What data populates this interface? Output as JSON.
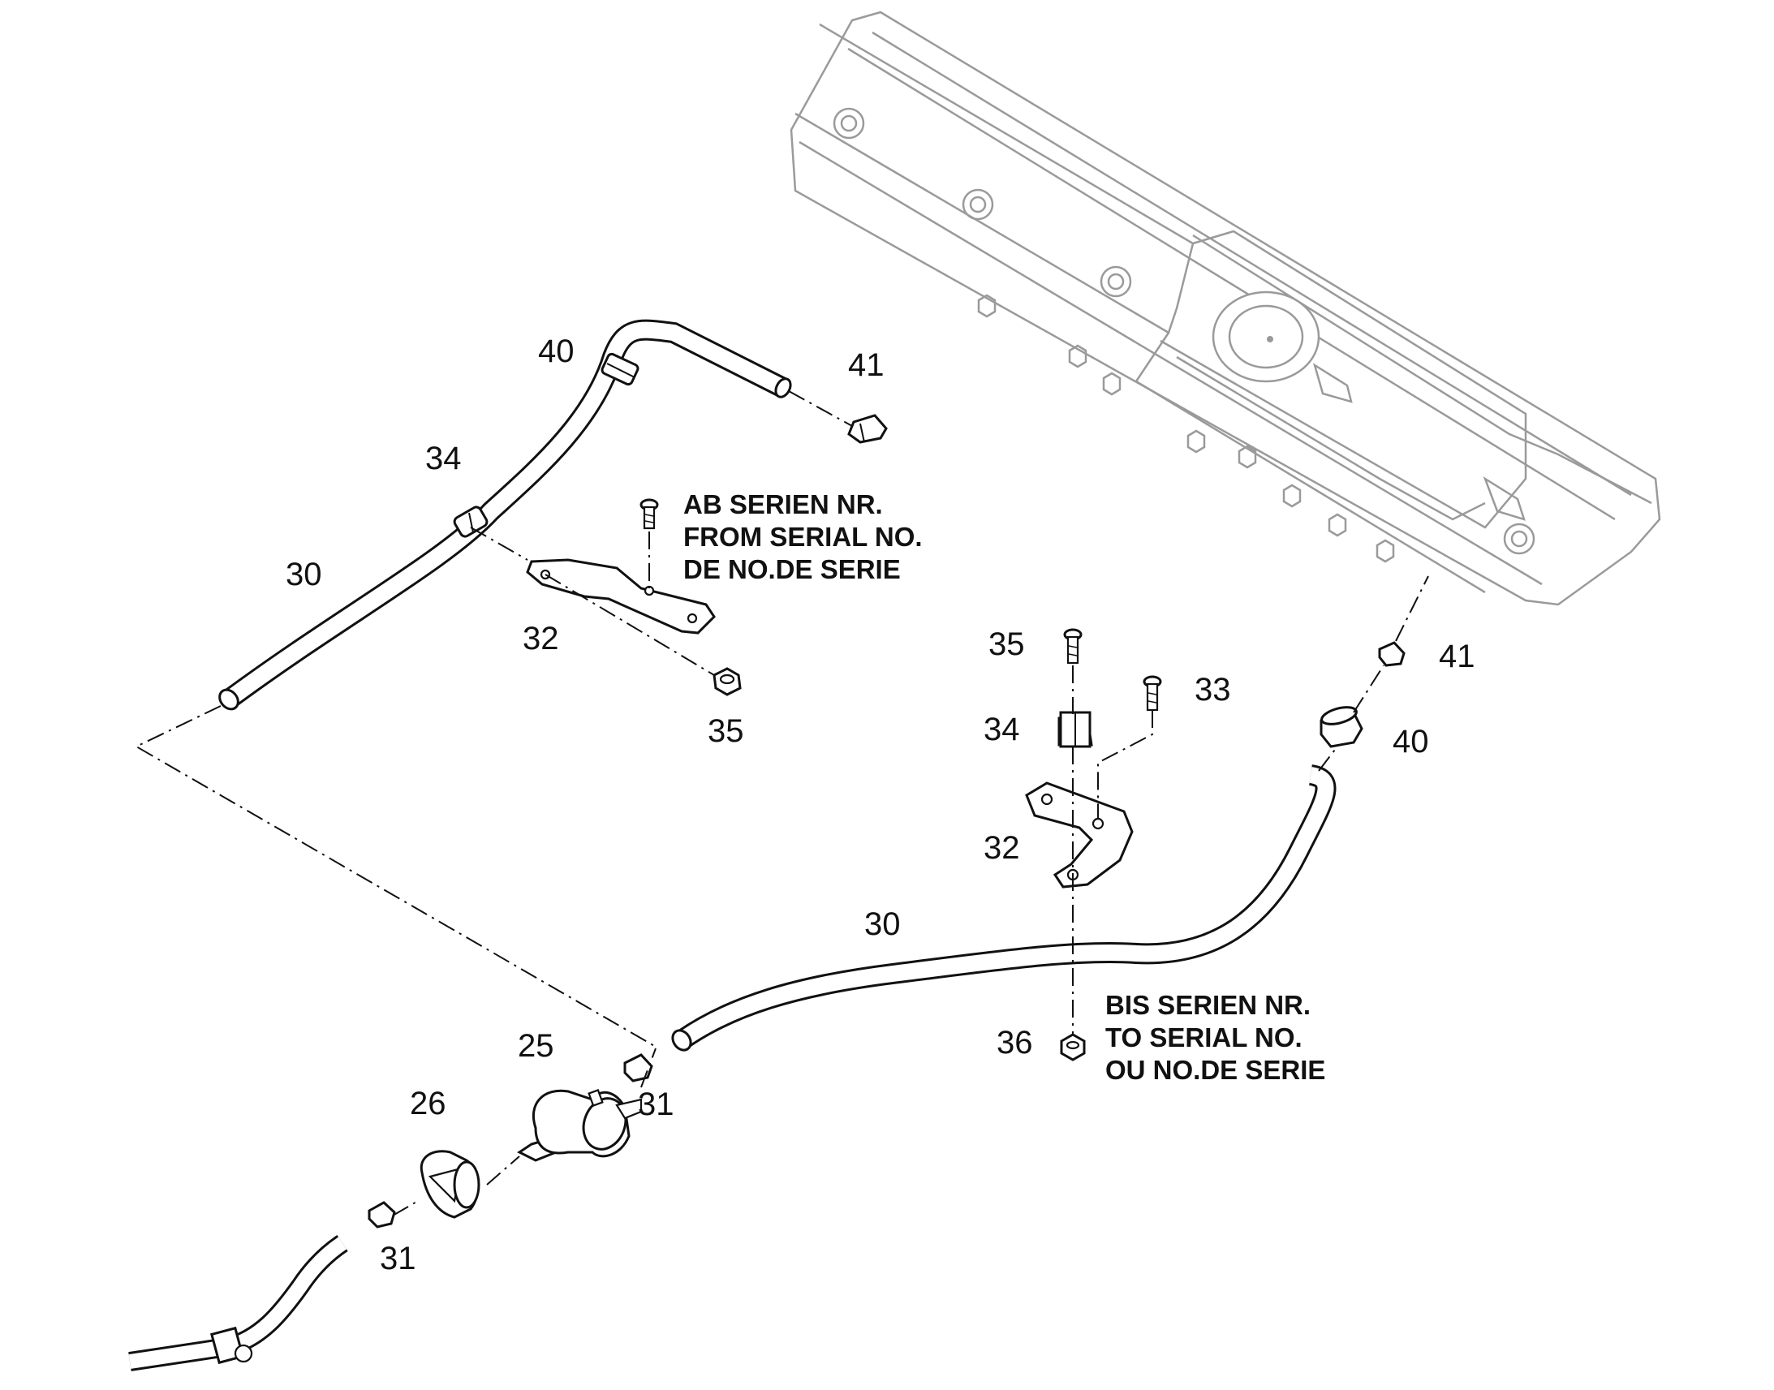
{
  "callouts": {
    "c40_top": "40",
    "c41_top": "41",
    "c34_left": "34",
    "c30_left": "30",
    "c32_left": "32",
    "c35_left": "35",
    "c35_right": "35",
    "c33_right": "33",
    "c34_right": "34",
    "c41_right": "41",
    "c40_right": "40",
    "c32_right": "32",
    "c30_mid": "30",
    "c36": "36",
    "c25": "25",
    "c26": "26",
    "c31_mid": "31",
    "c31_low": "31"
  },
  "notes": {
    "from_serial": [
      "AB SERIEN NR.",
      "FROM SERIAL NO.",
      "DE NO.DE SERIE"
    ],
    "to_serial": [
      "BIS SERIEN NR.",
      "TO SERIAL NO.",
      "OU NO.DE SERIE"
    ]
  }
}
